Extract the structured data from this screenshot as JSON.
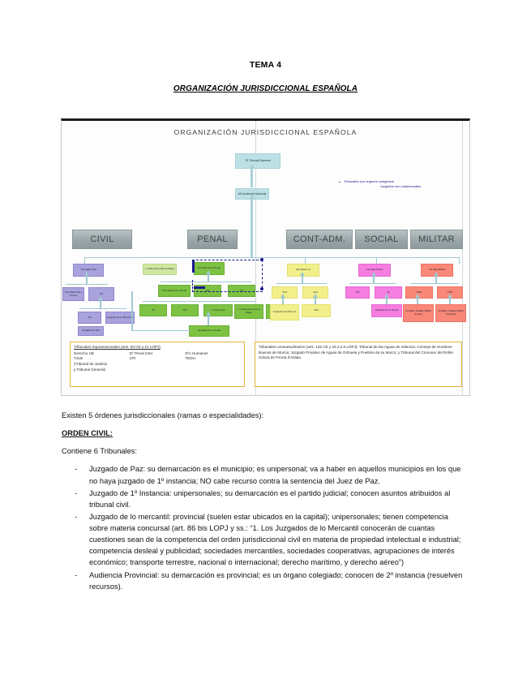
{
  "document": {
    "title": "TEMA 4",
    "subtitle": "ORGANIZACIÓN JURISDICCIONAL ESPAÑOLA"
  },
  "diagram": {
    "title": "ORGANIZACIÓN JURISDICCIONAL ESPAÑOLA",
    "apex": [
      {
        "id": "tribunal-supremo",
        "label": "TS\nTribunal Supremo"
      },
      {
        "id": "audiencia-nacional",
        "label": "AN\nAudiencia Nacional"
      }
    ],
    "legend_note": {
      "line1": "Tribunales son órganos colegiados",
      "line2": "Juzgados son unipersonales"
    },
    "orders": [
      {
        "id": "civil",
        "label": "CIVIL",
        "color": "#a9a2dc"
      },
      {
        "id": "penal",
        "label": "PENAL",
        "color": "#7dc242"
      },
      {
        "id": "cont",
        "label": "CONT-ADM.",
        "color": "#f2f08a"
      },
      {
        "id": "social",
        "label": "SOCIAL",
        "color": "#f57ee0"
      },
      {
        "id": "militar",
        "label": "MILITAR",
        "color": "#f98878"
      }
    ],
    "nodes": {
      "civil": [
        {
          "label": "TSJ\nSala Civil"
        },
        {
          "label": "TSJ\nSala Civil y Penal"
        },
        {
          "label": "AP"
        },
        {
          "label": "JPI"
        },
        {
          "label": "Juzgado de lo Mercantil"
        },
        {
          "label": "Juzgado de Paz"
        }
      ],
      "penal": [
        {
          "label": "AN\nSala de lo Penal"
        },
        {
          "label": "TSJ\nSala Civil y Penal"
        },
        {
          "label": "AP"
        },
        {
          "label": "JCI"
        },
        {
          "label": "JP"
        },
        {
          "label": "JVP"
        },
        {
          "label": "J. Instrucción"
        },
        {
          "label": "J. Violencia sobre la Mujer"
        },
        {
          "label": "J. de Menores"
        },
        {
          "label": "Juzgado de lo Penal"
        }
      ],
      "cont": [
        {
          "label": "AN\nSala C-A"
        },
        {
          "label": "TSJ"
        },
        {
          "label": "JCA"
        },
        {
          "label": "Juzgado Central C-A"
        }
      ],
      "social": [
        {
          "label": "AN\nSala Social"
        },
        {
          "label": "TSJ"
        },
        {
          "label": "JS"
        },
        {
          "label": "Juzgado de lo Social"
        }
      ],
      "militar": [
        {
          "label": "TS\nSala Militar"
        },
        {
          "label": "TMC"
        },
        {
          "label": "TMT"
        },
        {
          "label": "Juzgado Togado Militar Central"
        },
        {
          "label": "Juzgado Togado Militar Territorial"
        }
      ]
    },
    "footnote_left": {
      "heading": "Tribunales Supranacionales (arts. 93 CE y 21 LOPJ)",
      "col1_top": "Derecho UE",
      "col2_top": "Dº Penal Inter.",
      "col3_top": "Dºs Humanos",
      "col1_bot": "TJUE",
      "col2_bot": "CPI",
      "col3_bot": "TEDH",
      "note1": "(Tribunal de Justicia",
      "note2": "y Tribunal General)"
    },
    "footnote_right": {
      "text": "Tribunales consuetudinarios (arts. 125 CE y 19.3 a 6 LOPJ): Tribunal de las Aguas de Valencia; Consejo de Hombres Buenos de Murcia; Juzgado Privativo de Aguas de Orihuela y Pueblos de su Marco; y Tribunal del Comuner del Rollet Gràcia de l'Horta d'Aldaia."
    }
  },
  "body": {
    "lead": "Existen 5 órdenes jurisdiccionales (ramas o especialidades):",
    "section_heading": "ORDEN CIVIL:",
    "section_sub": "Contiene 6 Tribunales:",
    "items": [
      "Juzgado de Paz: su demarcación es el municipio; es unipersonal; va a haber en aquellos municipios en los que no haya juzgado de 1º instancia; NO cabe recurso contra la sentencia del Juez de Paz.",
      "Juzgado de 1º Instancia: unipersonales; su demarcación es el partido judicial; conocen asuntos atribuidos al tribunal civil.",
      "Juzgado de lo mercantil: provincial (suelen estar ubicados en la capital); unipersonales; tienen competencia sobre materia concursal (art. 86 bis LOPJ y ss.: “1. Los Juzgados de lo Mercantil conocerán de cuantas cuestiones sean de la competencia del orden jurisdiccional civil en materia de propiedad intelectual e industrial; competencia desleal y publicidad; sociedades mercantiles, sociedades cooperativas, agrupaciones de interés económico; transporte terrestre, nacional o internacional; derecho marítimo, y derecho aéreo”)",
      "Audiencia Provincial: su demarcación es provincial; es un órgano colegiado; conocen de 2º instancia (resuelven recursos)."
    ]
  }
}
